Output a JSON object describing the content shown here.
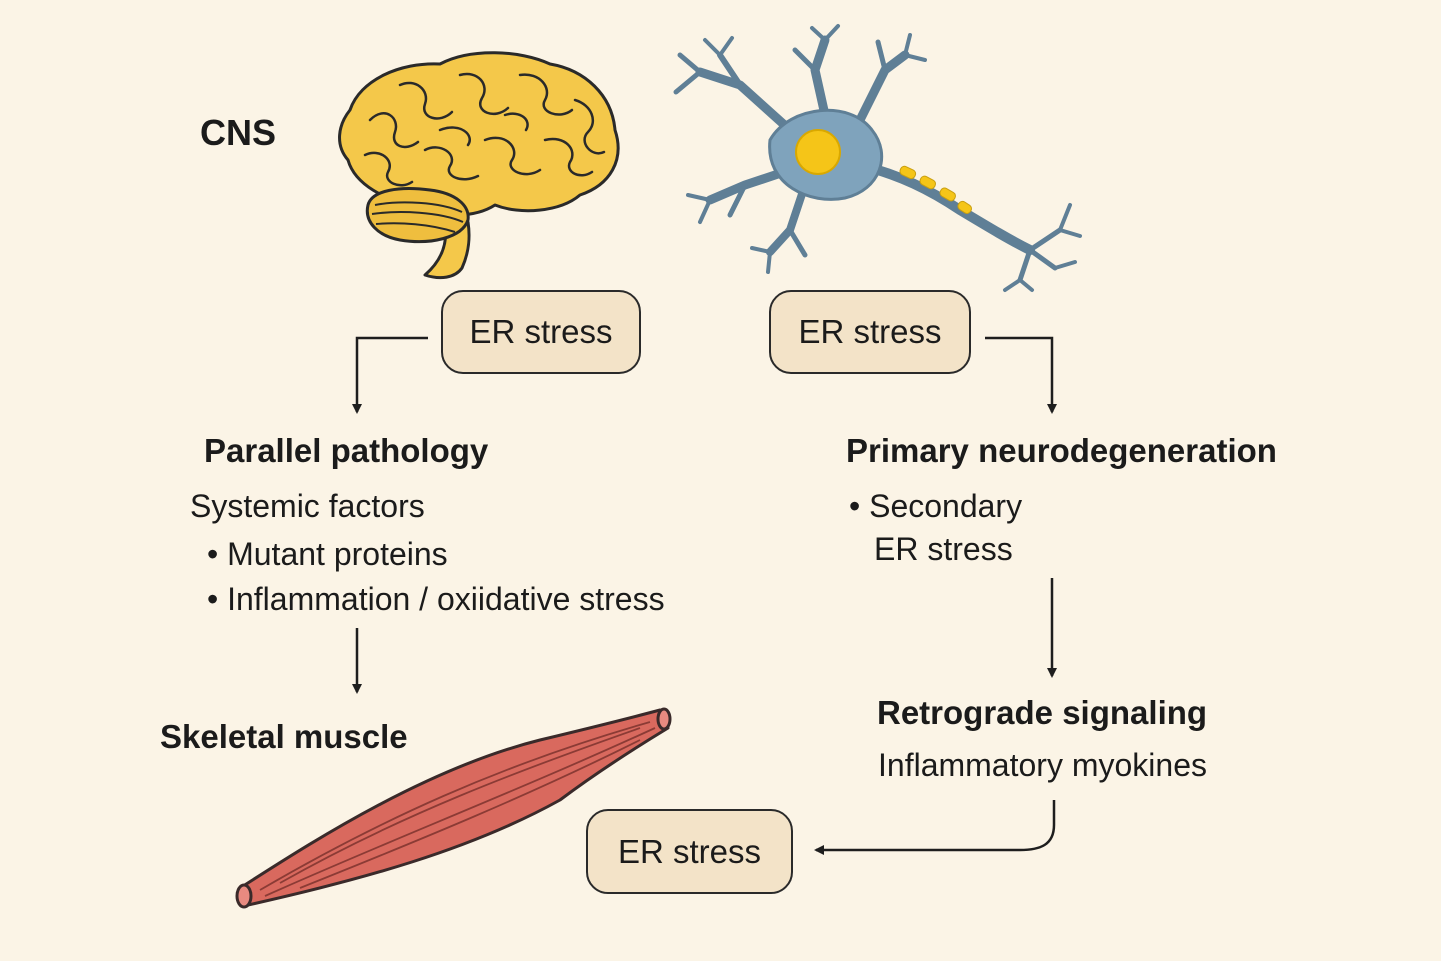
{
  "cns_label": "CNS",
  "er_stress_left": "ER stress",
  "er_stress_right": "ER stress",
  "er_stress_bottom": "ER stress",
  "left_branch": {
    "heading": "Parallel pathology",
    "subheading": "Systemic factors",
    "bullets": [
      "• Mutant proteins",
      "• Inflammation / oxiidative stress"
    ]
  },
  "right_branch": {
    "heading": "Primary neurodegeneration",
    "bullet_line1": "• Secondary",
    "bullet_line2": "ER stress"
  },
  "retrograde": {
    "heading": "Retrograde signaling",
    "subheading": "Inflammatory myokines"
  },
  "muscle_label": "Skeletal muscle",
  "colors": {
    "background": "#fbf4e6",
    "brain": "#f4c84a",
    "neuron": "#7fa3bc",
    "neuron_nucleus": "#f5c518",
    "muscle": "#d9695e",
    "box_fill": "#f3e3c8",
    "line": "#1e1e1e"
  },
  "icons": [
    "brain-icon",
    "neuron-icon",
    "muscle-icon"
  ]
}
